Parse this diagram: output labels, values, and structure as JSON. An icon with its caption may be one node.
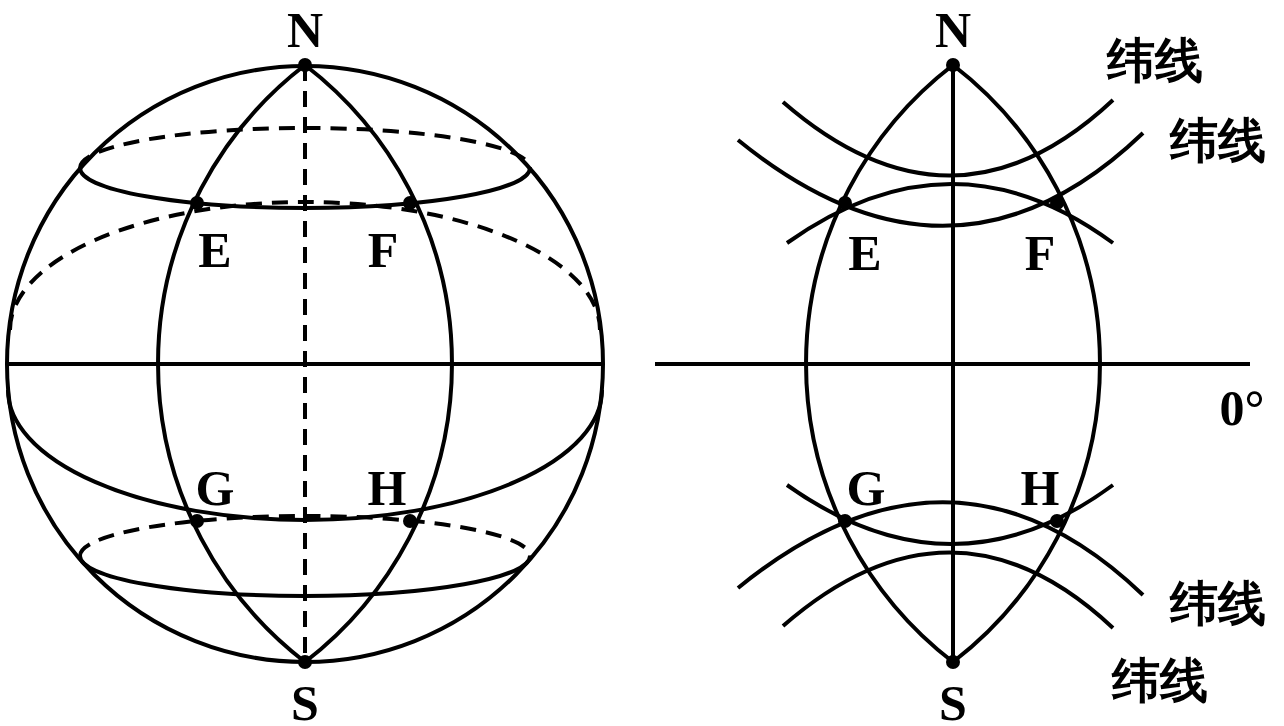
{
  "diagram": {
    "labels": [
      "N",
      "E",
      "F",
      "G",
      "H",
      "S",
      "N",
      "纬线",
      "纬线",
      "E",
      "F",
      "0°",
      "G",
      "H",
      "纬线",
      "纬线",
      "S"
    ]
  }
}
